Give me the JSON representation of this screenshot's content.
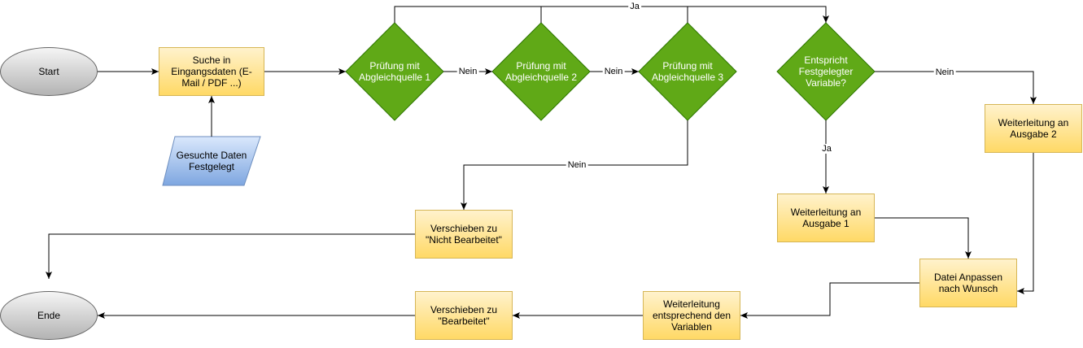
{
  "nodes": {
    "start": "Start",
    "search": "Suche in Eingangsdaten (E-Mail / PDF ...)",
    "search_data": "Gesuchte Daten Festgelegt",
    "check1": "Prüfung mit Abgleichquelle 1",
    "check2": "Prüfung mit Abgleichquelle 2",
    "check3": "Prüfung mit Abgleichquelle 3",
    "variable_check": "Entspricht Festgelegter Variable?",
    "output2": "Weiterleitung an Ausgabe 2",
    "output1": "Weiterleitung an Ausgabe 1",
    "adjust_file": "Datei Anpassen nach Wunsch",
    "move_not_processed": "Verschieben zu \"Nicht Bearbeitet\"",
    "end": "Ende",
    "move_processed": "Verschieben zu \"Bearbeitet\"",
    "forward_variables": "Weiterleitung entsprechend den Variablen"
  },
  "edge_labels": {
    "yes_top": "Ja",
    "no_1_2": "Nein",
    "no_2_3": "Nein",
    "no_3": "Nein",
    "no_variable": "Nein",
    "yes_variable": "Ja"
  },
  "colors": {
    "decision_fill": "#60a917",
    "decision_stroke": "#2d7600",
    "process_stroke": "#d6b656",
    "data_fill_top": "#dae8fc",
    "data_fill_bottom": "#7ea6e0",
    "data_stroke": "#6c8ebf",
    "terminal_stroke": "#666666"
  }
}
